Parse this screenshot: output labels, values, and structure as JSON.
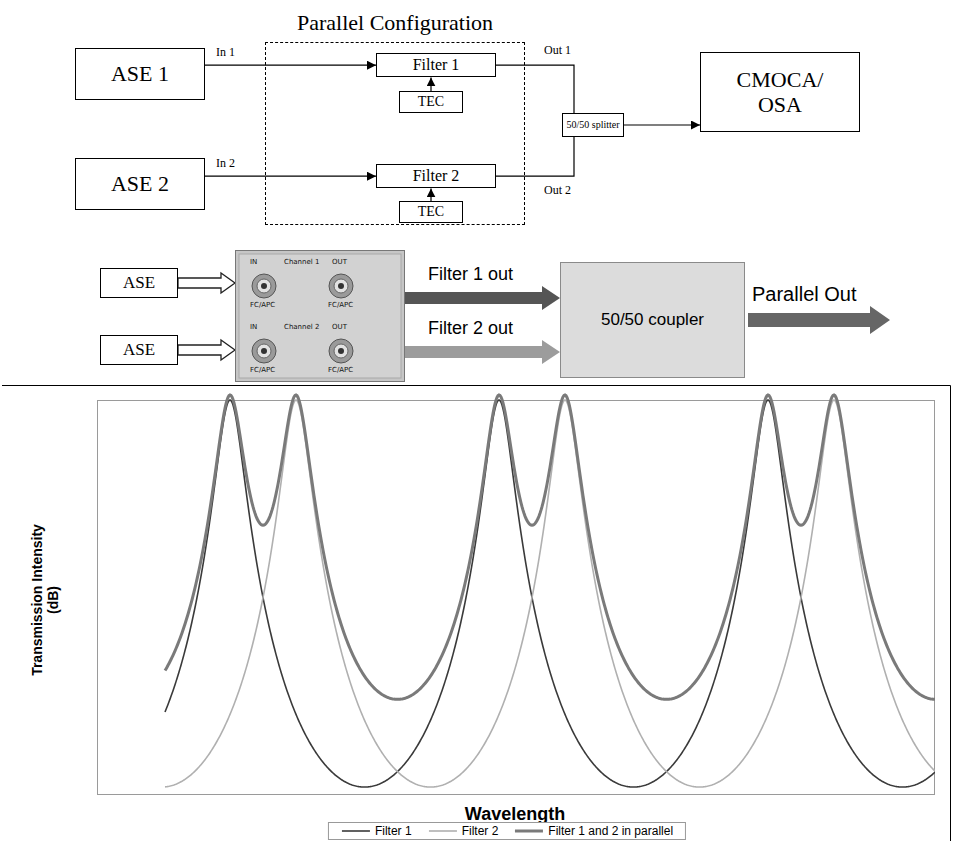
{
  "diagram": {
    "nodes": [
      {
        "text": [
          "ASE 1"
        ]
      },
      {
        "text": [
          "Parallel Configuration"
        ]
      },
      {
        "text": [
          "Filter 1"
        ],
        "in": 1
      },
      {
        "text": [
          "TEC"
        ],
        "in": 1
      },
      {
        "text": [
          "Filter 2"
        ],
        "in": 1
      },
      {
        "text": [
          "TEC"
        ],
        "in": 1
      },
      {
        "text": [
          "ASE 2"
        ]
      },
      {
        "text": [
          "50/50 splitter"
        ]
      },
      {
        "text": [
          "CMOCA/ OSA"
        ]
      },
      {
        "text": [
          "ASE"
        ]
      },
      {
        "text": [
          "ASE"
        ]
      },
      {
        "text": [
          "IN",
          "Channel 1",
          "OUT",
          "FC/APC",
          "FC/APC",
          "IN",
          "Channel 2",
          "OUT",
          "FC/APC",
          "FC/APC"
        ]
      },
      {
        "text": [
          "50/50 coupler"
        ]
      }
    ],
    "edges": [
      {
        "from": 0,
        "to": 2,
        "label": "In 1",
        "arrow": "to"
      },
      {
        "from": 6,
        "to": 4,
        "label": "In 2",
        "arrow": "to"
      },
      {
        "from": 3,
        "to": 2,
        "arrow": "to"
      },
      {
        "from": 5,
        "to": 4,
        "arrow": "to"
      },
      {
        "from": 2,
        "to": 7,
        "label": "Out 1",
        "arrow": "none"
      },
      {
        "from": 4,
        "to": 7,
        "label": "Out 2",
        "arrow": "none"
      },
      {
        "from": 7,
        "to": 8,
        "arrow": "to"
      },
      {
        "from": 9,
        "to": 11,
        "arrow": "to"
      },
      {
        "from": 10,
        "to": 11,
        "arrow": "to"
      },
      {
        "from": 11,
        "to": 12,
        "label": "Filter 1 out",
        "arrow": "to"
      },
      {
        "from": 11,
        "to": 12,
        "label": "Filter 2 out",
        "arrow": "to"
      }
    ],
    "labels": [
      "Parallel Out",
      "Transmission Intensity (dB)",
      "Wavelength"
    ],
    "legend": [
      {
        "text": "Filter 1"
      },
      {
        "text": "Filter 2"
      },
      {
        "text": "Filter 1 and 2 in parallel"
      }
    ]
  }
}
